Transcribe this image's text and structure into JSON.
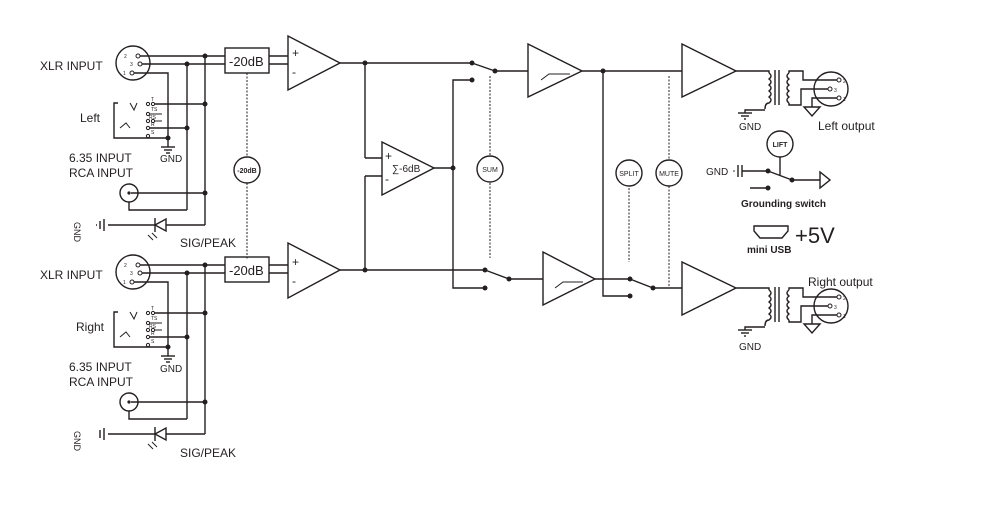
{
  "diagram": {
    "title": "Stereo DI / line isolator block diagram",
    "channels": [
      {
        "id": "left",
        "side_label": "Left",
        "xlr_input_label": "XLR INPUT",
        "jack_input_label": "6.35 INPUT",
        "rca_input_label": "RCA INPUT",
        "pad_label": "-20dB",
        "gnd_label": "GND",
        "gnd_side_label": "GND",
        "led_label": "SIG/PEAK",
        "xlr_pins": [
          "2",
          "3",
          "1"
        ],
        "jack_contacts": [
          "T",
          "TS",
          "RS",
          "R",
          "S"
        ],
        "opamp_plus": "+",
        "opamp_minus": "-",
        "output_label": "Left output",
        "output_gnd_label": "GND",
        "output_pins": [
          "2",
          "3",
          "1"
        ]
      },
      {
        "id": "right",
        "side_label": "Right",
        "xlr_input_label": "XLR INPUT",
        "jack_input_label": "6.35 INPUT",
        "rca_input_label": "RCA INPUT",
        "pad_label": "-20dB",
        "gnd_label": "GND",
        "gnd_side_label": "GND",
        "led_label": "SIG/PEAK",
        "xlr_pins": [
          "2",
          "3",
          "1"
        ],
        "jack_contacts": [
          "T",
          "TS",
          "RS",
          "R",
          "S"
        ],
        "opamp_plus": "+",
        "opamp_minus": "-",
        "output_label": "Right output",
        "output_gnd_label": "GND",
        "output_pins": [
          "2",
          "3",
          "1"
        ]
      }
    ],
    "summing_amp": {
      "plus": "+",
      "minus": "-",
      "label": "∑-6dB"
    },
    "controls": {
      "pad_switch": "-20dB",
      "sum_switch": "SUM",
      "split_switch": "SPLIT",
      "mute_switch": "MUTE",
      "lift_switch": "LIFT"
    },
    "grounding": {
      "gnd_label": "GND",
      "caption": "Grounding switch"
    },
    "power": {
      "connector_label": "mini USB",
      "voltage": "+5V"
    }
  }
}
